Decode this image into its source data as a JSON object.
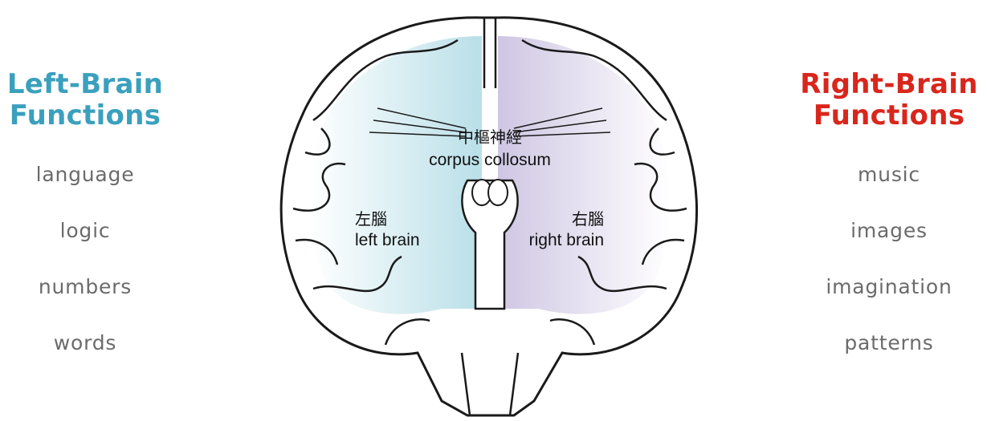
{
  "left": {
    "title_line1": "Left-Brain",
    "title_line2": "Functions",
    "color": "#3aa0bd",
    "items": [
      "language",
      "logic",
      "numbers",
      "words"
    ]
  },
  "right": {
    "title_line1": "Right-Brain",
    "title_line2": "Functions",
    "color": "#d9261c",
    "items": [
      "music",
      "images",
      "imagination",
      "patterns"
    ]
  },
  "diagram": {
    "corpus_cjk": "中樞神經",
    "corpus_en": "corpus collosum",
    "left_cjk": "左腦",
    "left_en": "left brain",
    "right_cjk": "右腦",
    "right_en": "right brain",
    "left_fill": "#cfe9ef",
    "right_fill": "#ddd6ea"
  }
}
